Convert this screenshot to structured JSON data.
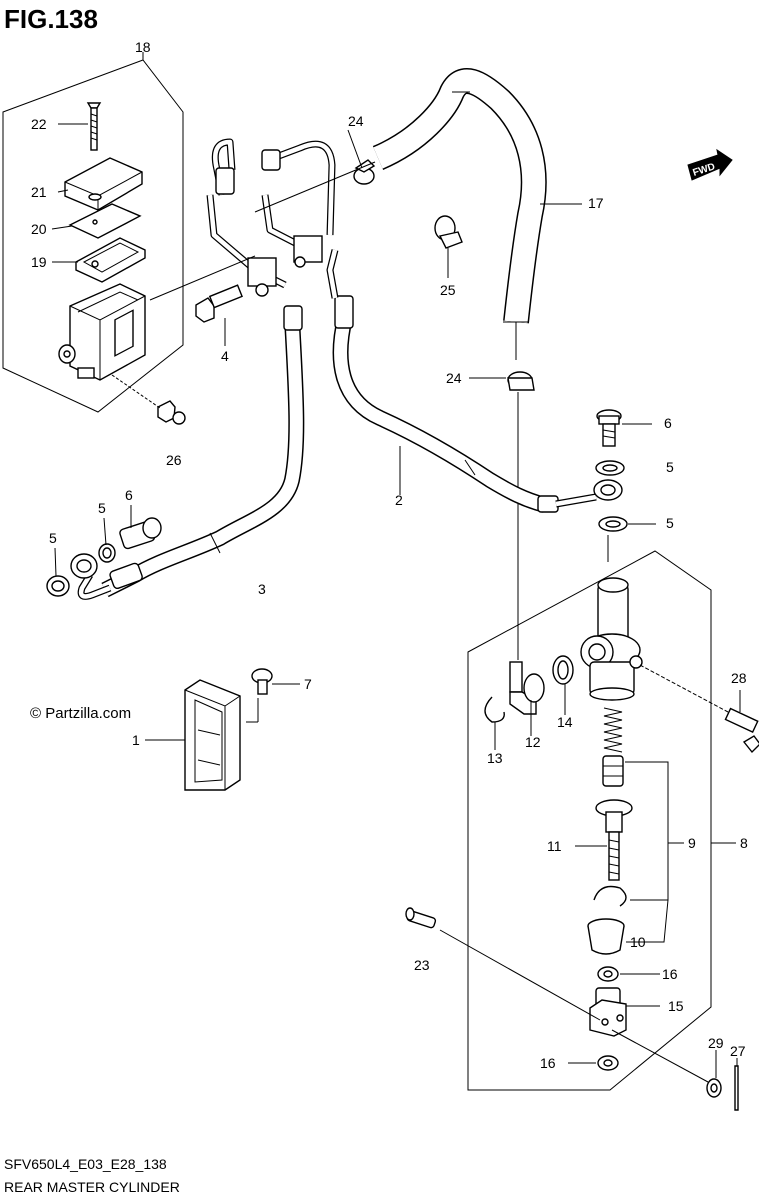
{
  "figure": {
    "title": "FIG.138",
    "model_code": "SFV650L4_E03_E28_138",
    "caption": "REAR MASTER CYLINDER",
    "watermark": "© Partzilla.com",
    "direction_badge": "FWD"
  },
  "callouts": {
    "c1": "1",
    "c2": "2",
    "c3": "3",
    "c4": "4",
    "c5a": "5",
    "c5b": "5",
    "c5c": "5",
    "c5d": "5",
    "c6a": "6",
    "c6b": "6",
    "c7": "7",
    "c8": "8",
    "c9": "9",
    "c10": "10",
    "c11": "11",
    "c12": "12",
    "c13": "13",
    "c14": "14",
    "c15": "15",
    "c16a": "16",
    "c16b": "16",
    "c17": "17",
    "c18": "18",
    "c19": "19",
    "c20": "20",
    "c21": "21",
    "c22": "22",
    "c23": "23",
    "c24a": "24",
    "c24b": "24",
    "c25": "25",
    "c26": "26",
    "c27": "27",
    "c28": "28",
    "c29": "29"
  },
  "colors": {
    "ink": "#000000",
    "paper": "#ffffff"
  }
}
